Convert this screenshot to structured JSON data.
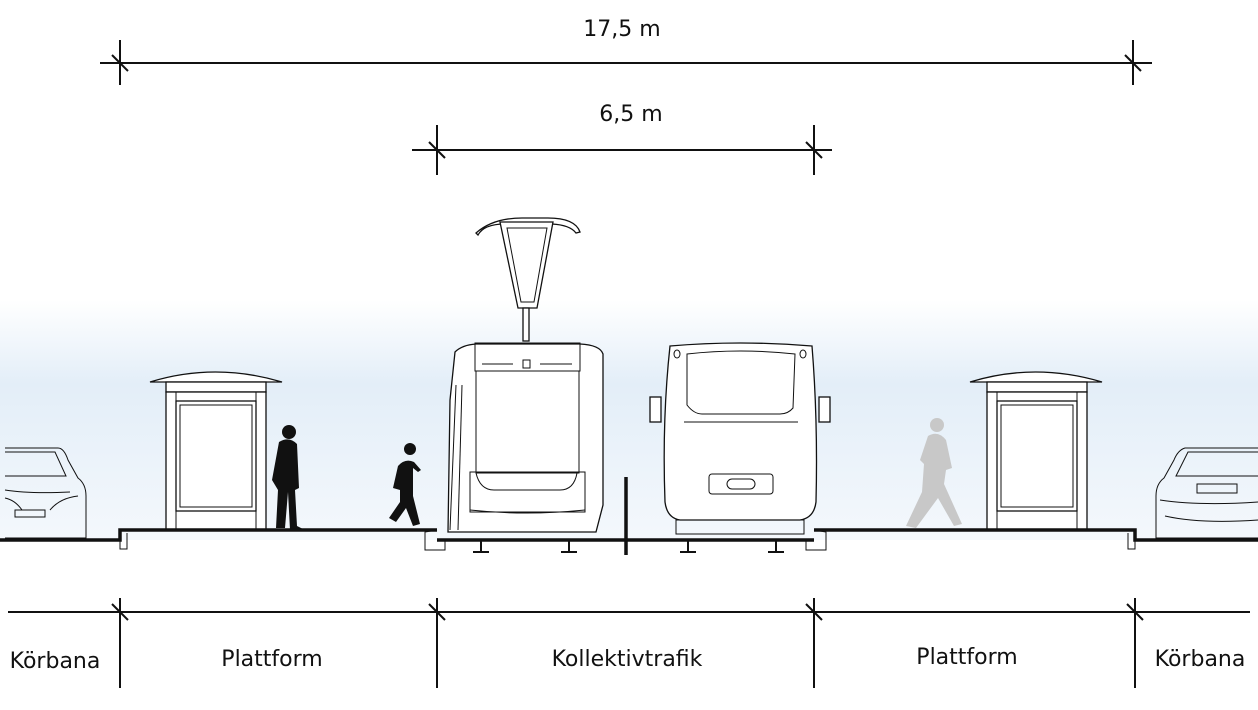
{
  "dimensions": {
    "total_width": "17,5 m",
    "transit_width": "6,5 m"
  },
  "zones": [
    {
      "label": "Körbana"
    },
    {
      "label": "Plattform"
    },
    {
      "label": "Kollektivtrafik"
    },
    {
      "label": "Plattform"
    },
    {
      "label": "Körbana"
    }
  ],
  "colors": {
    "sky": "#e3eef8",
    "line": "#111111",
    "ghost_person": "#c8c8c8"
  }
}
